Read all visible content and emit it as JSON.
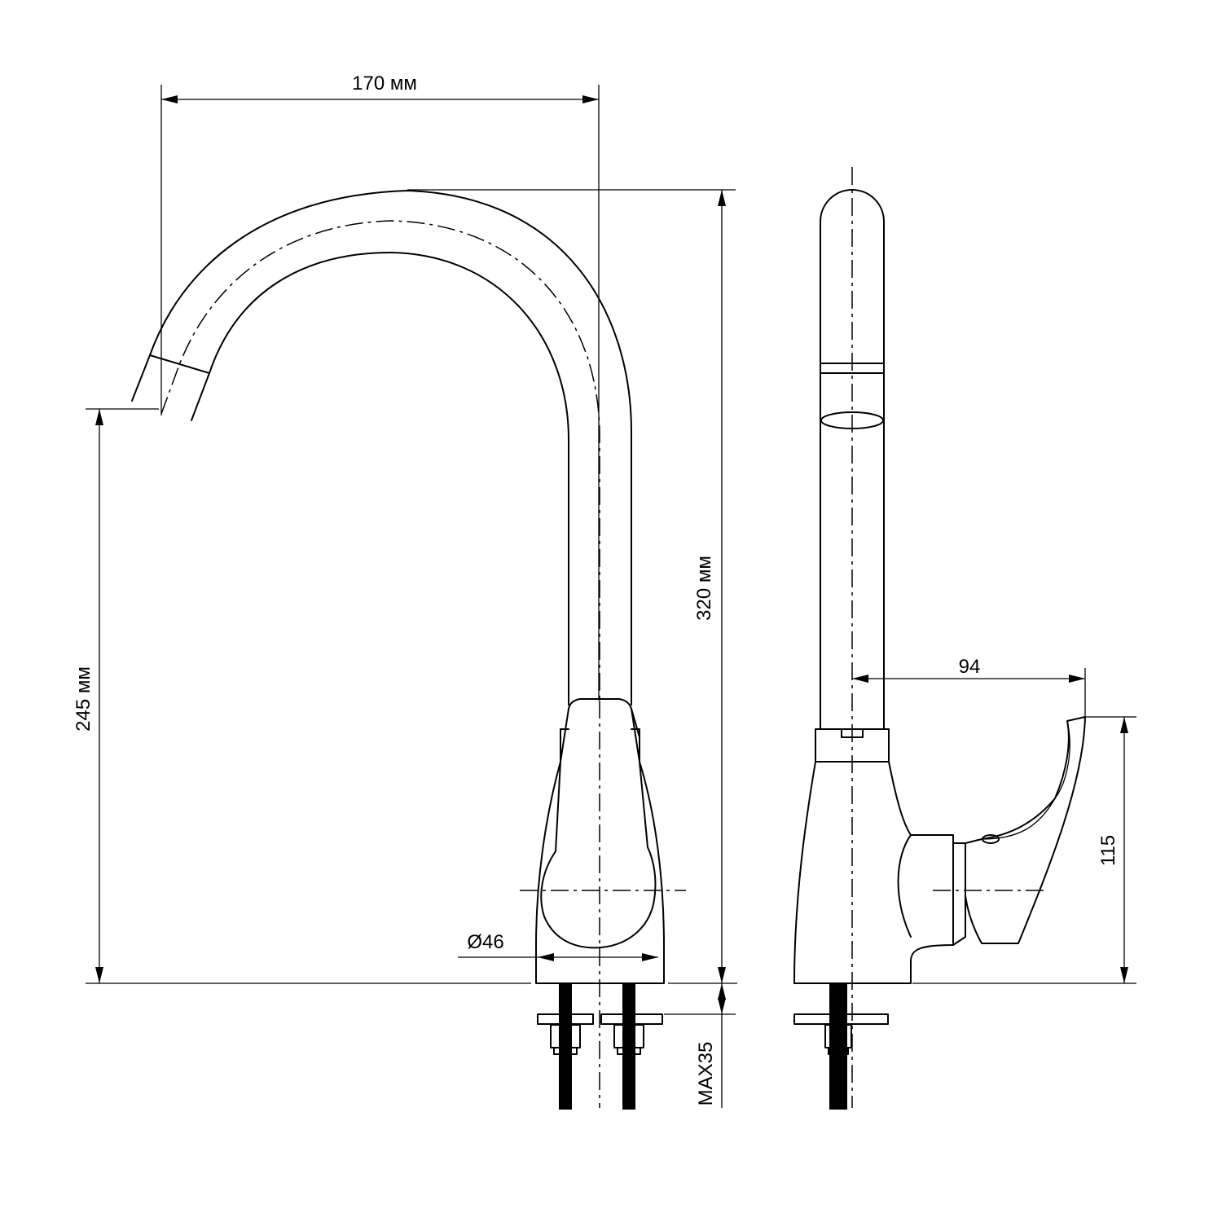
{
  "dimensions": {
    "spout_reach": "170 мм",
    "total_height": "320 мм",
    "spout_height": "245 мм",
    "base_diameter": "Ø46",
    "max_countertop": "MAX35",
    "handle_offset": "94",
    "handle_height": "115"
  },
  "colors": {
    "line": "#000000",
    "background": "#ffffff"
  }
}
